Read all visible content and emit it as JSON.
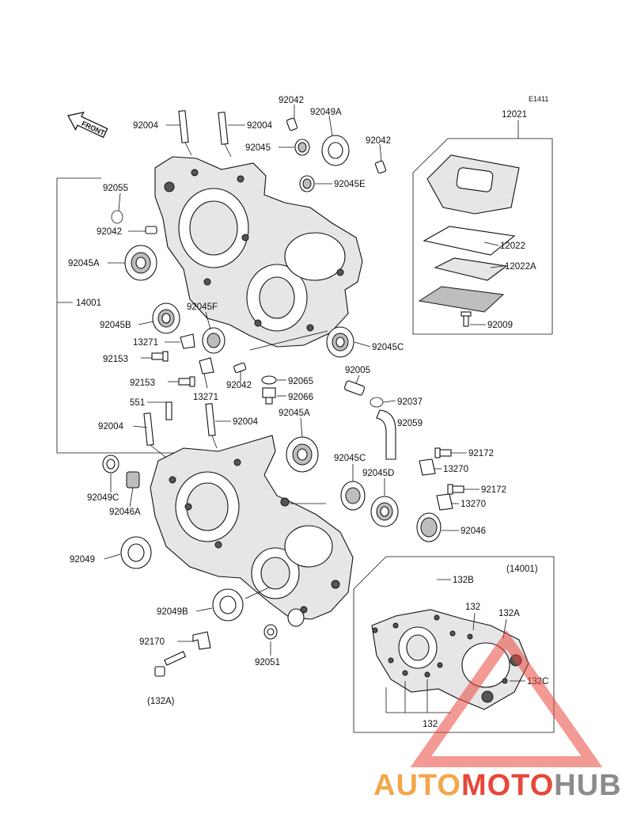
{
  "diagram_code": "E1411",
  "front_mark": "FRONT",
  "labels": {
    "l92004a": "92004",
    "l92004b": "92004",
    "l92042a": "92042",
    "l92049A": "92049A",
    "l92045a": "92045",
    "l92042b": "92042",
    "l92045E": "92045E",
    "l92055": "92055",
    "l92042c": "92042",
    "l92045A": "92045A",
    "l14001": "14001",
    "l92045B": "92045B",
    "l92045F": "92045F",
    "l13271a": "13271",
    "l92153a": "92153",
    "l92153b": "92153",
    "l13271b": "13271",
    "l92042d": "92042",
    "l92065": "92065",
    "l92066": "92066",
    "l92045C": "92045C",
    "l92005": "92005",
    "l92037": "92037",
    "l92059": "92059",
    "l551": "551",
    "l92004c": "92004",
    "l92004d": "92004",
    "l92045A2": "92045A",
    "l92045C2": "92045C",
    "l92045D": "92045D",
    "l92172a": "92172",
    "l13270a": "13270",
    "l92172b": "92172",
    "l13270b": "13270",
    "l92049C": "92049C",
    "l92046A": "92046A",
    "l92046": "92046",
    "l92049": "92049",
    "l92049B": "92049B",
    "l92170": "92170",
    "l92051": "92051",
    "l132A_bolt": "(132A)",
    "l12021": "12021",
    "l12022": "12022",
    "l12022A": "12022A",
    "l92009": "92009",
    "l14001_inset": "(14001)",
    "l132B": "132B",
    "l132a": "132",
    "l132A": "132A",
    "l132C": "132C",
    "l132b": "132"
  },
  "watermark": {
    "part1": "AUTO",
    "part2": "MOTO",
    "part3": "HUB"
  },
  "colors": {
    "watermark_orange": "#f3a64a",
    "watermark_red": "#e8473a",
    "watermark_gray": "#8c8c8c"
  }
}
